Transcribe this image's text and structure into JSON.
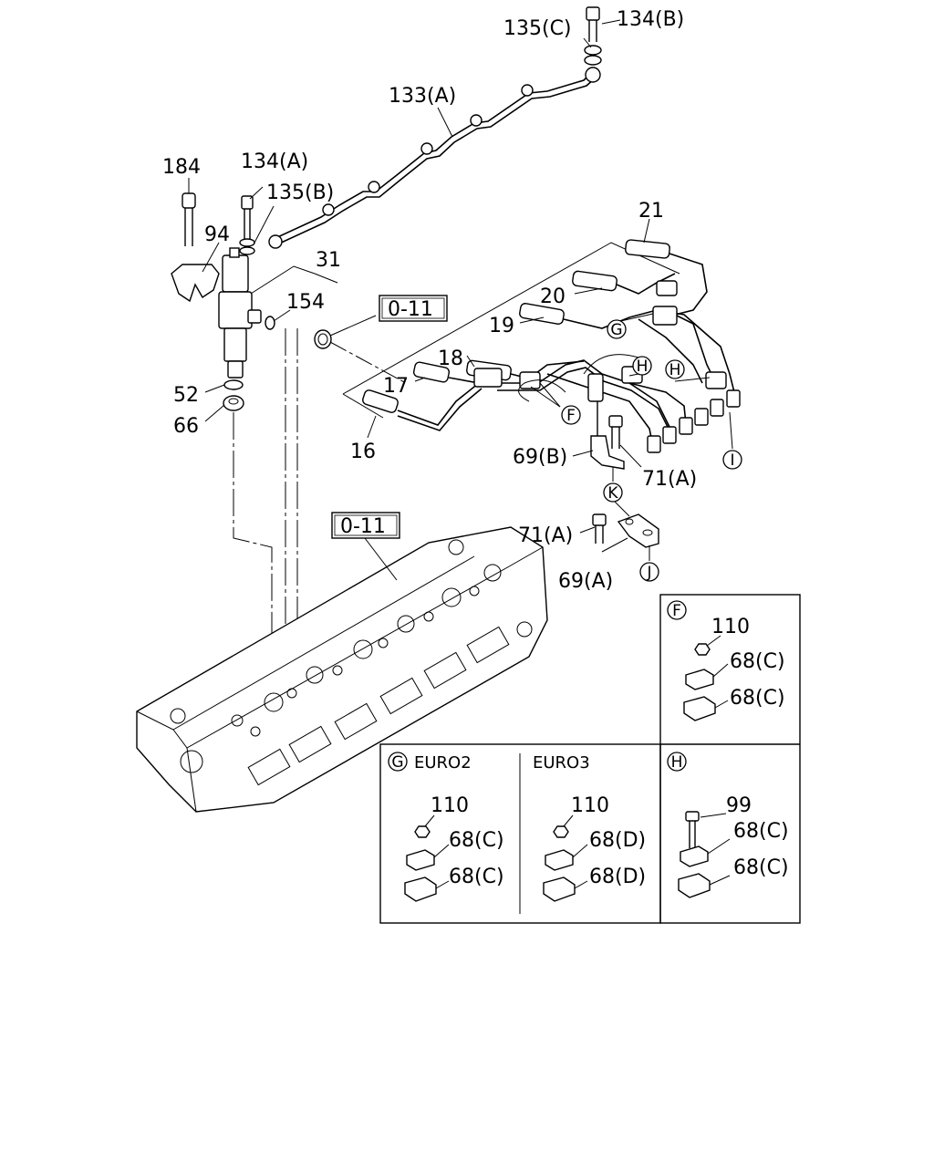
{
  "labels": {
    "l_135c": "135(C)",
    "l_134b": "134(B)",
    "l_133a": "133(A)",
    "l_184": "184",
    "l_134a": "134(A)",
    "l_135b": "135(B)",
    "l_94": "94",
    "l_31": "31",
    "l_154": "154",
    "l_011a": "0-11",
    "l_21": "21",
    "l_20": "20",
    "l_19": "19",
    "l_18": "18",
    "l_17": "17",
    "l_16": "16",
    "l_52": "52",
    "l_66": "66",
    "l_69b": "69(B)",
    "l_71a_1": "71(A)",
    "l_71a_2": "71(A)",
    "l_69a": "69(A)",
    "l_011b": "0-11"
  },
  "callouts": {
    "c_g": "G",
    "c_h1": "H",
    "c_h2": "H",
    "c_f": "F",
    "c_i": "I",
    "c_k": "K",
    "c_j": "J"
  },
  "detail_f": {
    "key": "F",
    "p110": "110",
    "p68c1": "68(C)",
    "p68c2": "68(C)"
  },
  "detail_g": {
    "key": "G",
    "variant_a": "EURO2",
    "variant_b": "EURO3",
    "a110": "110",
    "a68c1": "68(C)",
    "a68c2": "68(C)",
    "b110": "110",
    "b68d1": "68(D)",
    "b68d2": "68(D)"
  },
  "detail_h": {
    "key": "H",
    "p99": "99",
    "p68c1": "68(C)",
    "p68c2": "68(C)"
  }
}
